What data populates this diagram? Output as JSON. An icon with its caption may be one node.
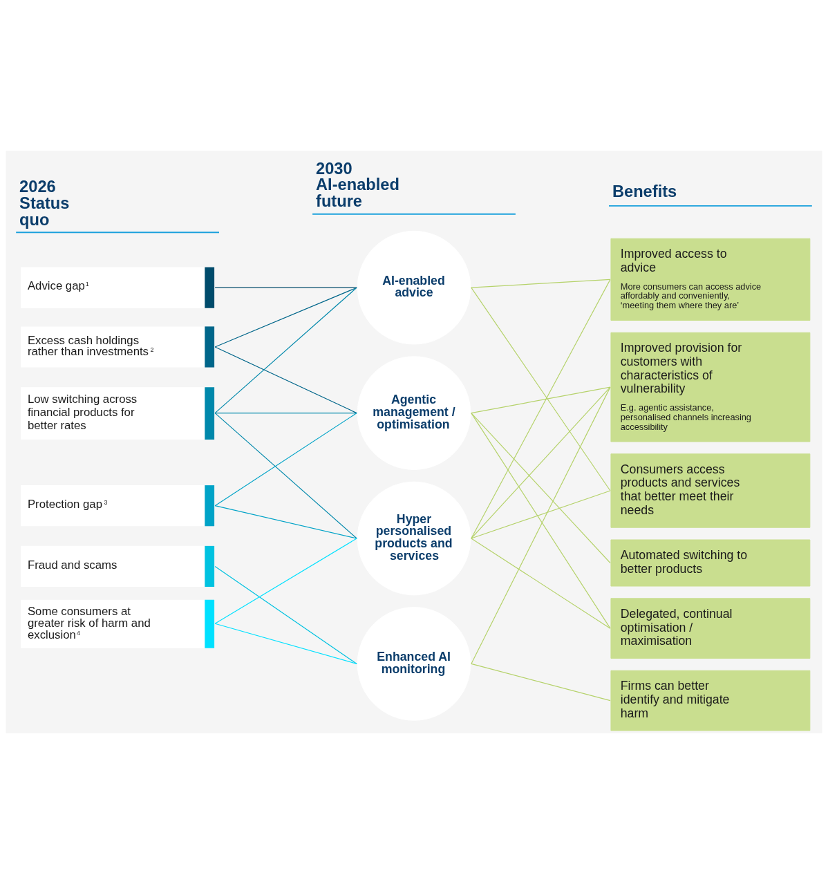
{
  "diagram": {
    "nodes": [
      {
        "text": [
          "Advice gap$^{1}$"
        ]
      },
      {
        "text": [
          "Excess cash holdings rather than investments$^{2}$"
        ]
      },
      {
        "text": [
          "Low switching across financial products for better rates"
        ]
      },
      {
        "text": [
          "Protection gap$^{3}$"
        ]
      },
      {
        "text": [
          "Fraud and scams"
        ]
      },
      {
        "text": [
          "Some consumers at greater risk of harm and exclusion$^{4}$"
        ]
      },
      {
        "text": [
          "AI-enabled advice"
        ]
      },
      {
        "text": [
          "Agentic management / optimisation"
        ]
      },
      {
        "text": [
          "Hyper personalised products and services"
        ]
      },
      {
        "text": [
          "Enhanced AI monitoring"
        ]
      },
      {
        "text": [
          "Improved access to advice",
          "More consumers can access advice affordably and conveniently, ‘meeting them where they are’"
        ]
      },
      {
        "text": [
          "Improved provision for customers with characteristics of vulnerability",
          "E.g. agentic assistance, personalised channels increasing accessibility"
        ]
      },
      {
        "text": [
          "Consumers access products and services that better meet their needs"
        ]
      },
      {
        "text": [
          "Automated switching to better products"
        ]
      },
      {
        "text": [
          "Delegated, continual optimisation / maximisation"
        ]
      },
      {
        "text": [
          "Firms can better identify and mitigate harm"
        ]
      }
    ],
    "edges": [
      {
        "from": 0,
        "to": 6,
        "arrow": "none",
        "color": "#004b6b"
      },
      {
        "from": 1,
        "to": 6,
        "arrow": "none",
        "color": "#00668a"
      },
      {
        "from": 1,
        "to": 7,
        "arrow": "none",
        "color": "#00668a"
      },
      {
        "from": 2,
        "to": 6,
        "arrow": "none",
        "color": "#0088ab"
      },
      {
        "from": 2,
        "to": 7,
        "arrow": "none",
        "color": "#0088ab"
      },
      {
        "from": 2,
        "to": 8,
        "arrow": "none",
        "color": "#0088ab"
      },
      {
        "from": 3,
        "to": 7,
        "arrow": "none",
        "color": "#00a3c7"
      },
      {
        "from": 3,
        "to": 8,
        "arrow": "none",
        "color": "#00a3c7"
      },
      {
        "from": 4,
        "to": 9,
        "arrow": "none",
        "color": "#00c2e0"
      },
      {
        "from": 5,
        "to": 8,
        "arrow": "none",
        "color": "#00e1ff"
      },
      {
        "from": 5,
        "to": 9,
        "arrow": "none",
        "color": "#00e1ff"
      },
      {
        "from": 6,
        "to": 10,
        "arrow": "none",
        "color": "#b5d26a"
      },
      {
        "from": 6,
        "to": 12,
        "arrow": "none",
        "color": "#b5d26a"
      },
      {
        "from": 7,
        "to": 11,
        "arrow": "none",
        "color": "#b5d26a"
      },
      {
        "from": 7,
        "to": 13,
        "arrow": "none",
        "color": "#b5d26a"
      },
      {
        "from": 7,
        "to": 14,
        "arrow": "none",
        "color": "#b5d26a"
      },
      {
        "from": 8,
        "to": 10,
        "arrow": "none",
        "color": "#b5d26a"
      },
      {
        "from": 8,
        "to": 11,
        "arrow": "none",
        "color": "#b5d26a"
      },
      {
        "from": 8,
        "to": 12,
        "arrow": "none",
        "color": "#b5d26a"
      },
      {
        "from": 8,
        "to": 14,
        "arrow": "none",
        "color": "#b5d26a"
      },
      {
        "from": 9,
        "to": 11,
        "arrow": "none",
        "color": "#b5d26a"
      },
      {
        "from": 9,
        "to": 15,
        "arrow": "none",
        "color": "#b5d26a"
      }
    ],
    "labels": [
      "2026 Status quo",
      "2030 AI-enabled future",
      "Benefits"
    ]
  }
}
